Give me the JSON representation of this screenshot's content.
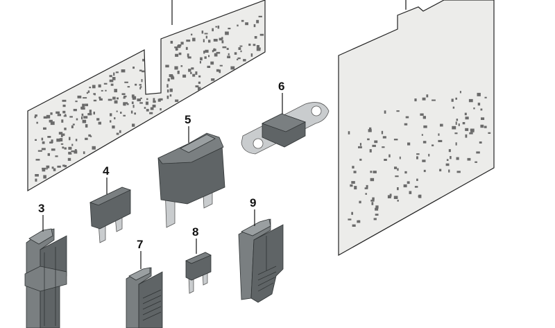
{
  "diagram": {
    "callouts": [
      {
        "id": "3",
        "label": "3"
      },
      {
        "id": "4",
        "label": "4"
      },
      {
        "id": "5",
        "label": "5"
      },
      {
        "id": "6",
        "label": "6"
      },
      {
        "id": "7",
        "label": "7"
      },
      {
        "id": "8",
        "label": "8"
      },
      {
        "id": "9",
        "label": "9"
      }
    ]
  },
  "colors": {
    "sheet_fill": "#ececea",
    "part_gray": "#6b7072",
    "metal": "#c9ccce",
    "ink": "#111111"
  }
}
